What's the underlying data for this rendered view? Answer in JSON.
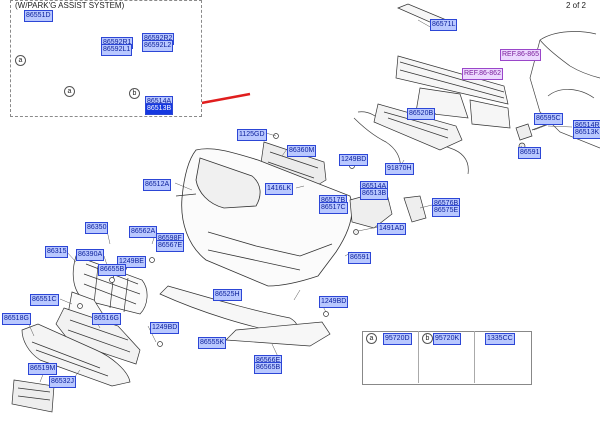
{
  "header": {
    "title": "(W/PARK'G ASSIST SYSTEM)",
    "page": "2 of 2"
  },
  "colors": {
    "label_bg": "#b9c8ff",
    "label_selected_bg": "#1538e0",
    "label_text": "#0a1e9a",
    "ref_bg": "#ecd8ff",
    "pointer_arrow": "#e01e1e"
  },
  "labels": {
    "l86551D_top": "86551D",
    "l86592R1": "86592R1",
    "l86592L1": "86592L1",
    "l86592R2": "86592R2",
    "l86592L2": "86592L2",
    "l86514A_top": "86514A",
    "l86513B_top": "86513B",
    "l86571L": "86571L",
    "ref_1": "REF.86-865",
    "ref_2": "REF.86-862",
    "l86520B": "86520B",
    "l86595C": "86595C",
    "l86514R": "86514R",
    "l86513K": "86513K",
    "l86591_r": "86591",
    "l1125GD": "1125GD",
    "l86360M": "86360M",
    "l1249BD_a": "1249BD",
    "l91870H": "91870H",
    "l86512A": "86512A",
    "l1416LK": "1416LK",
    "l86517B": "86517B",
    "l86517C": "86517C",
    "l86514A": "86514A",
    "l86513B": "86513B",
    "l86576B": "86576B",
    "l86575E": "86575E",
    "l1491AD": "1491AD",
    "l86350": "86350",
    "l86562A": "86562A",
    "l86598F": "86598F",
    "l86567E": "86567E",
    "l86315": "86315",
    "l86390A": "86390A",
    "l1249BE": "1249BE",
    "l86655B": "86655B",
    "l86591_c": "86591",
    "l86525H": "86525H",
    "l1249BD_b": "1249BD",
    "l86551C": "86551C",
    "l86518G": "86518G",
    "l86516G": "86516G",
    "l1249BD_c": "1249BD",
    "l86555K": "86555K",
    "l86566E": "86566E",
    "l86565B": "86565B",
    "l86519M": "86519M",
    "l86532J": "86532J"
  },
  "callouts": {
    "a": "a",
    "b": "b"
  },
  "legend": [
    {
      "marker": "a",
      "part": "95720D"
    },
    {
      "marker": "b",
      "part": "95720K"
    },
    {
      "marker": "",
      "part": "1335CC"
    }
  ]
}
